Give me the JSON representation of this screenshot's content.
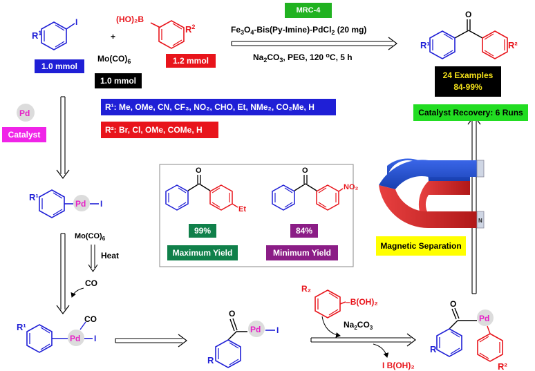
{
  "colors": {
    "blue": "#1f1fd6",
    "red": "#e8141b",
    "black": "#000000",
    "green_box": "#21b221",
    "bright_green": "#22dd22",
    "yellow_text": "#f5e21a",
    "dark_green": "#10804a",
    "purple": "#8b1d86",
    "magenta": "#f024e8",
    "yellow": "#ffff00",
    "pd_circle": "#dcdcdc",
    "pd_text": "#e61fc6"
  },
  "reactants": {
    "aryl_iodide_sub": "1",
    "boronic_acid_group": "(HO)₂B",
    "boronic_r_sub": "2",
    "plus": "+",
    "iodide_amount": "1.0 mmol",
    "boronic_amount": "1.2 mmol",
    "co_source": "Mo(CO)6",
    "co_amount": "1.0 mmol"
  },
  "conditions": {
    "catalyst_code": "MRC-4",
    "catalyst": "Fe3O4-Bis(Py-Imine)-PdCl2 (20 mg)",
    "reagents": "Na2CO3, PEG, 120 °C, 5 h"
  },
  "substituents": {
    "r1": "R¹: Me, OMe, CN, CF₃, NO₂,  CHO, Et, NMe₂, CO₂Me, H",
    "r2": "R²: Br, Cl, OMe, COMe, H"
  },
  "results": {
    "examples": "24 Examples",
    "yield_range": "84-99%",
    "recovery": "Catalyst Recovery: 6 Runs"
  },
  "catalyst_legend": {
    "symbol": "Pd",
    "label": "Catalyst"
  },
  "yields_panel": {
    "max_value": "99%",
    "max_label": "Maximum Yield",
    "max_substituent": "Et",
    "min_value": "84%",
    "min_label": "Minimum Yield",
    "min_substituent": "NO₂"
  },
  "magnet": {
    "label": "Magnetic Separation",
    "pole_n": "N"
  },
  "mechanism": {
    "pd": "Pd",
    "iodine": "I",
    "co_source": "Mo(CO)6",
    "heat": "Heat",
    "co": "CO",
    "co_ligand": "CO",
    "boronic_reagent": "B(OH)₂",
    "boronic_r_label": "R₂",
    "base": "Na2CO3",
    "byproduct": "I B(OH)₂",
    "oxygen": "O",
    "r_label": "R",
    "r1_label": "R¹",
    "r2_label": "R²"
  }
}
